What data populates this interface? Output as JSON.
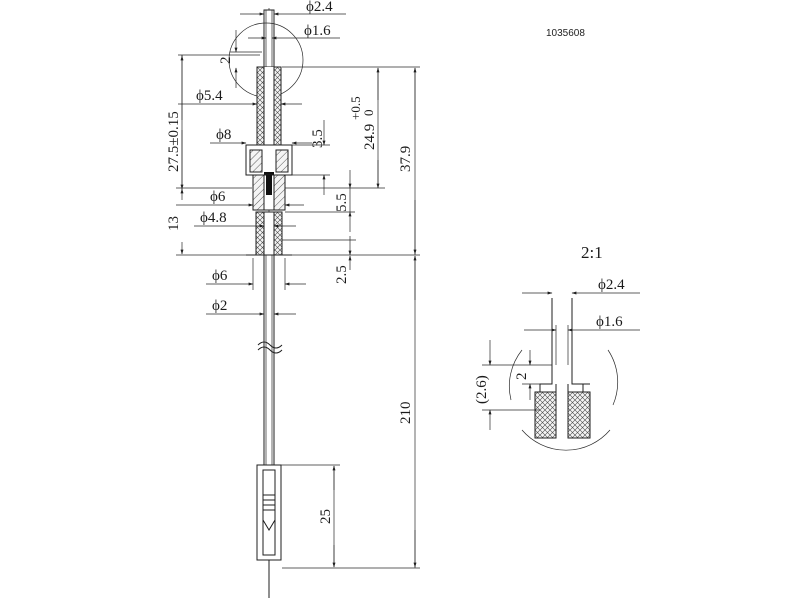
{
  "drawing": {
    "part_number": "1035608",
    "detail_scale": "2:1",
    "dimensions": {
      "dia_2_4": "ϕ2.4",
      "dia_1_6": "ϕ1.6",
      "tip_len": "2",
      "dia_5_4": "ϕ5.4",
      "dia_8": "ϕ8",
      "len_27_5": "27.5±0.15",
      "len_3_5": "3.5",
      "len_24_9": "24.9",
      "tol_24_9_upper": "+0.5",
      "tol_24_9_lower": "0",
      "len_37_9": "37.9",
      "dia_6_upper": "ϕ6",
      "dia_4_8": "ϕ4.8",
      "len_13": "13",
      "len_5_5": "5.5",
      "dia_6_lower": "ϕ6",
      "len_2_5": "2.5",
      "dia_2": "ϕ2",
      "len_210": "210",
      "len_25": "25"
    },
    "detail": {
      "dia_2_4": "ϕ2.4",
      "dia_1_6": "ϕ1.6",
      "ref_2_6": "(2.6)",
      "len_2": "2"
    }
  }
}
